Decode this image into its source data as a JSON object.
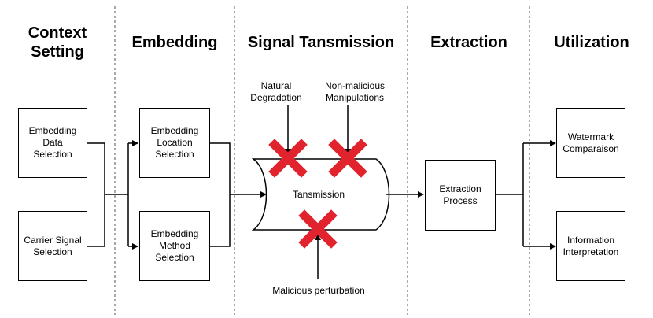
{
  "stages": {
    "context_setting": "Context\nSetting",
    "embedding": "Embedding",
    "signal_transmission": "Signal Tansmission",
    "extraction": "Extraction",
    "utilization": "Utilization"
  },
  "boxes": {
    "embedding_data_selection": "Embedding\nData\nSelection",
    "carrier_signal_selection": "Carrier Signal\nSelection",
    "embedding_location_selection": "Embedding\nLocation\nSelection",
    "embedding_method_selection": "Embedding\nMethod\nSelection",
    "transmission": "Tansmission",
    "extraction_process": "Extraction\nProcess",
    "watermark_comparison": "Watermark\nComparaison",
    "information_interpretation": "Information\nInterpretation"
  },
  "threats": {
    "natural_degradation": "Natural\nDegradation",
    "non_malicious_manipulations": "Non-malicious\nManipulations",
    "malicious_perturbation": "Malicious perturbation"
  },
  "colors": {
    "cross": "#e0232d",
    "line": "#000000",
    "divider": "#555555"
  }
}
